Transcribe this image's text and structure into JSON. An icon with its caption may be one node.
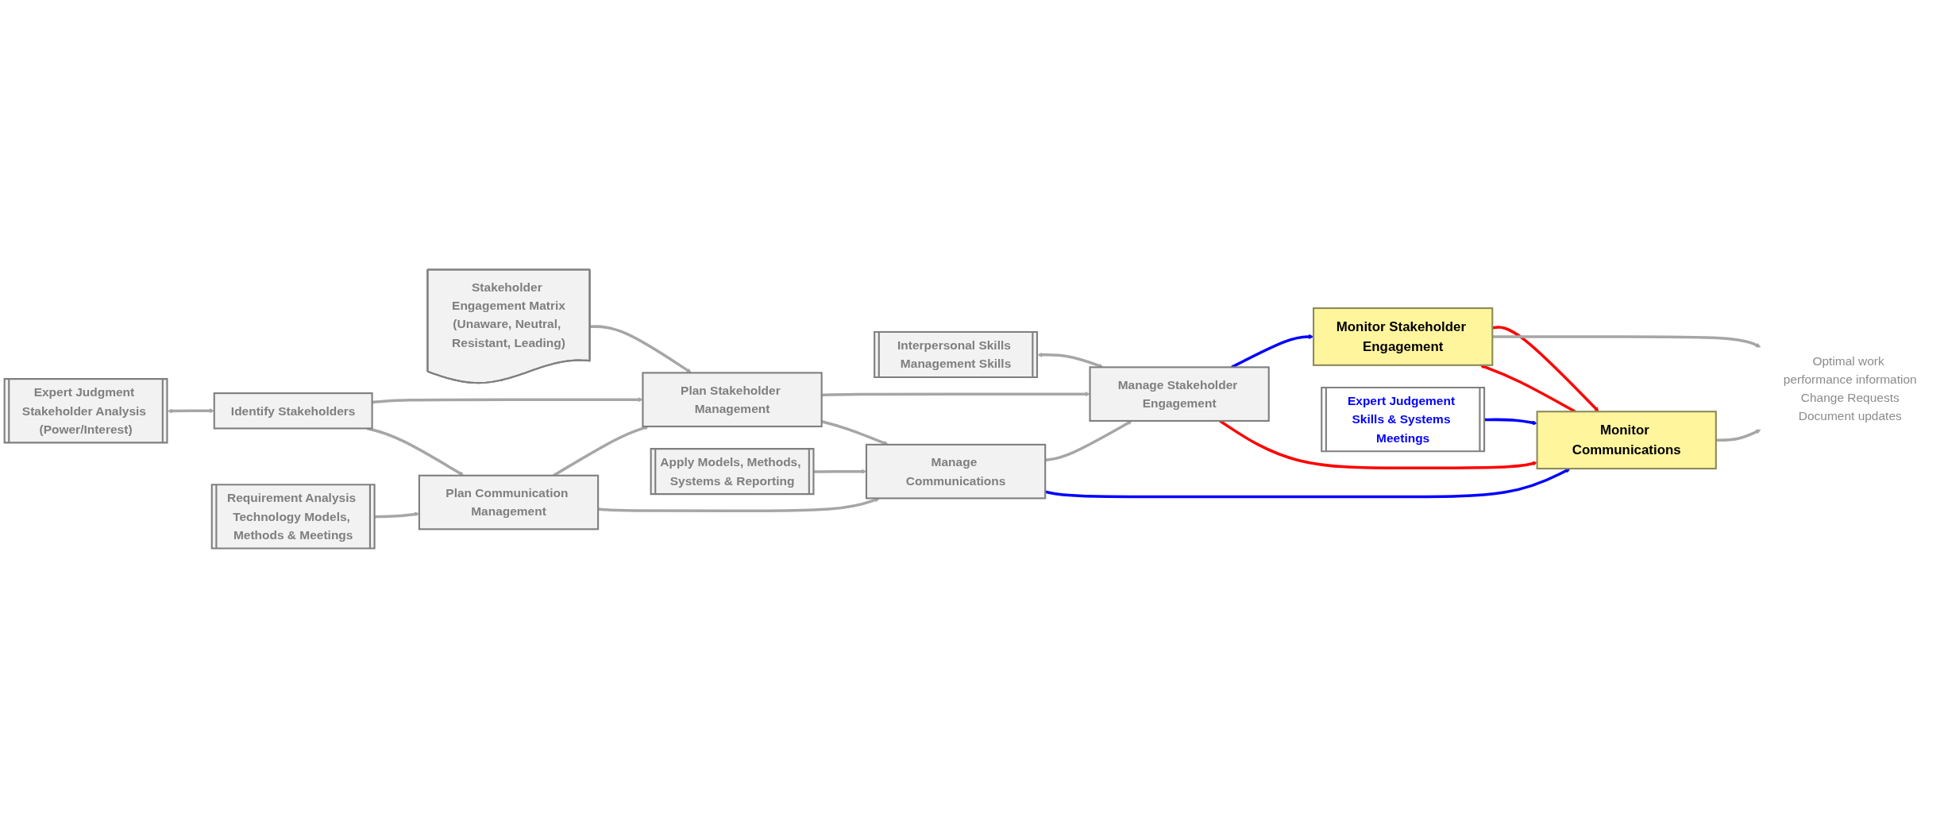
{
  "diagram": {
    "nodes": [
      {
        "text": [
          "Identify Stakeholders"
        ]
      },
      {
        "text": [
          "Plan Stakeholder Management"
        ]
      },
      {
        "text": [
          "Manage Stakeholder Engagement"
        ]
      },
      {
        "text": [
          "Monitor Stakeholder Engagement"
        ]
      },
      {
        "text": [
          "Expert Judgment Stakeholder Analysis (Power/Interest)"
        ]
      },
      {
        "text": [
          "Stakeholder Engagement Matrix",
          "(Unaware, Neutral, Resistant, Leading)"
        ]
      },
      {
        "text": [
          "Interpersonal Skills Management Skills"
        ]
      },
      {
        "text": [
          "Optimal work performance information",
          "Change Requests",
          "Document updates"
        ]
      },
      {
        "text": [
          "Plan Communication Management"
        ]
      },
      {
        "text": [
          "Manage Communications"
        ]
      },
      {
        "text": [
          "Monitor Communications"
        ]
      },
      {
        "text": [
          "Requirement Analysis Technology Models, Methods & Meetings"
        ]
      },
      {
        "text": [
          "Apply Models, Methods, Systems & Reporting"
        ]
      },
      {
        "text": [
          "Expert Judgement Skills & Systems Meetings"
        ]
      }
    ],
    "edges": [
      {
        "from": 0,
        "to": 1,
        "arrow": "to"
      },
      {
        "from": 0,
        "to": 8,
        "arrow": "to"
      },
      {
        "from": 8,
        "to": 1,
        "arrow": "to"
      },
      {
        "from": 4,
        "to": 0,
        "arrow": "both"
      },
      {
        "from": 5,
        "to": 1,
        "arrow": "to"
      },
      {
        "from": 1,
        "to": 2,
        "arrow": "to"
      },
      {
        "from": 1,
        "to": 9,
        "arrow": "to"
      },
      {
        "from": 9,
        "to": 2,
        "arrow": "to"
      },
      {
        "from": 6,
        "to": 2,
        "arrow": "both"
      },
      {
        "from": 2,
        "to": 3,
        "arrow": "to",
        "color": "#0000ff"
      },
      {
        "from": 2,
        "to": 10,
        "arrow": "to",
        "color": "#ff0000"
      },
      {
        "from": 10,
        "to": 3,
        "arrow": "to",
        "color": "#ff0000"
      },
      {
        "from": 3,
        "to": 10,
        "arrow": "to",
        "color": "#ff0000"
      },
      {
        "from": 3,
        "to": 7,
        "arrow": "to"
      },
      {
        "from": 10,
        "to": 7,
        "arrow": "to"
      },
      {
        "from": 8,
        "to": 9,
        "arrow": "to"
      },
      {
        "from": 9,
        "to": 10,
        "arrow": "to",
        "color": "#0000ff"
      },
      {
        "from": 11,
        "to": 8,
        "arrow": "to"
      },
      {
        "from": 12,
        "to": 9,
        "arrow": "to"
      },
      {
        "from": 13,
        "to": 10,
        "arrow": "to",
        "color": "#0000ff"
      }
    ]
  }
}
